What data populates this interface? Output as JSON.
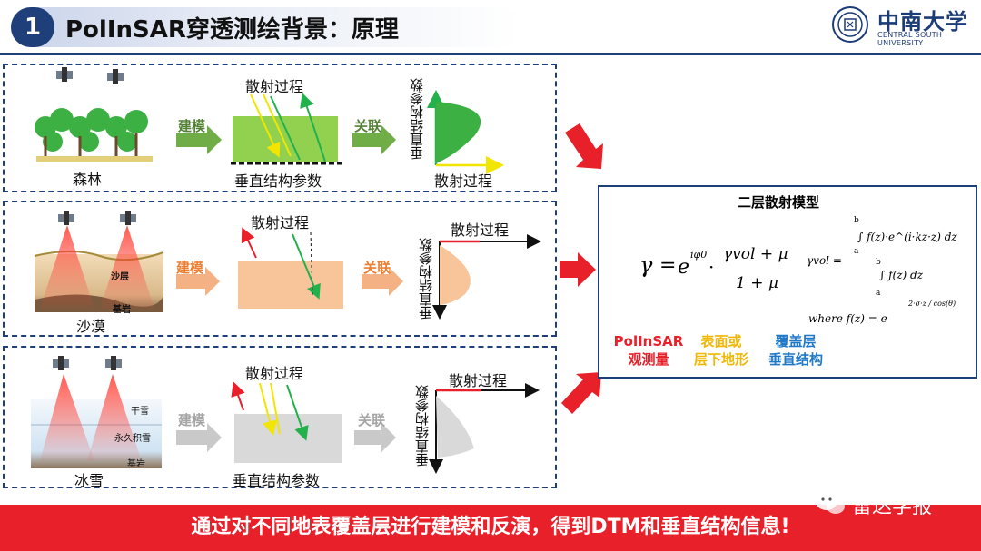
{
  "header": {
    "badge": "1",
    "title": "PolInSAR穿透测绘背景：原理",
    "logo_name": "中南大学",
    "logo_sub": "CENTRAL SOUTH UNIVERSITY"
  },
  "panels": {
    "forest": {
      "scene_label": "森林",
      "arrow_model": "建模",
      "scatter_label": "散射过程",
      "layer_label": "垂直结构参数",
      "arrow_link": "关联",
      "axis_y": "垂直结构参数",
      "axis_x": "散射过程"
    },
    "desert": {
      "scene_label": "沙漠",
      "sand_label": "沙层",
      "rock_label": "基岩",
      "arrow_model": "建模",
      "scatter_label": "散射过程",
      "arrow_link": "关联",
      "axis_y": "垂直结构参数",
      "axis_x": "散射过程"
    },
    "snow": {
      "scene_label": "冰雪",
      "dry_label": "干雪",
      "perm_label": "永久积雪",
      "rock_label": "基岩",
      "arrow_model": "建模",
      "scatter_label": "散射过程",
      "layer_label": "垂直结构参数",
      "arrow_link": "关联",
      "axis_y": "垂直结构参数",
      "axis_x": "散射过程"
    }
  },
  "model": {
    "title": "二层散射模型",
    "eq_gamma": "γ",
    "eq_equals": "=",
    "eq_e": "e",
    "eq_phase": "iφ0",
    "eq_dot": "·",
    "eq_num": "γvol + μ",
    "eq_den": "1 + μ",
    "eq_vol_lhs": "γvol =",
    "eq_vol_num": "∫ f(z)·e^(i·kz·z) dz",
    "eq_vol_den": "∫ f(z) dz",
    "eq_int_a": "a",
    "eq_int_b": "b",
    "eq_where": "where  f(z) = e",
    "eq_where_exp": "2·σ·z / cos(θ)",
    "cap_polinsar_1": "PolInSAR",
    "cap_polinsar_2": "观测量",
    "cap_surface_1": "表面或",
    "cap_surface_2": "层下地形",
    "cap_cover_1": "覆盖层",
    "cap_cover_2": "垂直结构"
  },
  "colors": {
    "navy": "#1f3f7a",
    "red": "#e8202a",
    "yellow": "#f2b705",
    "blue": "#1f78c8",
    "forest_green": "#92d050",
    "desert_orange": "#f8c49a",
    "snow_gray": "#d9d9d9"
  },
  "banner": {
    "text": "通过对不同地表覆盖层进行建模和反演，得到DTM和垂直结构信息!",
    "wechat": "雷达学报"
  }
}
